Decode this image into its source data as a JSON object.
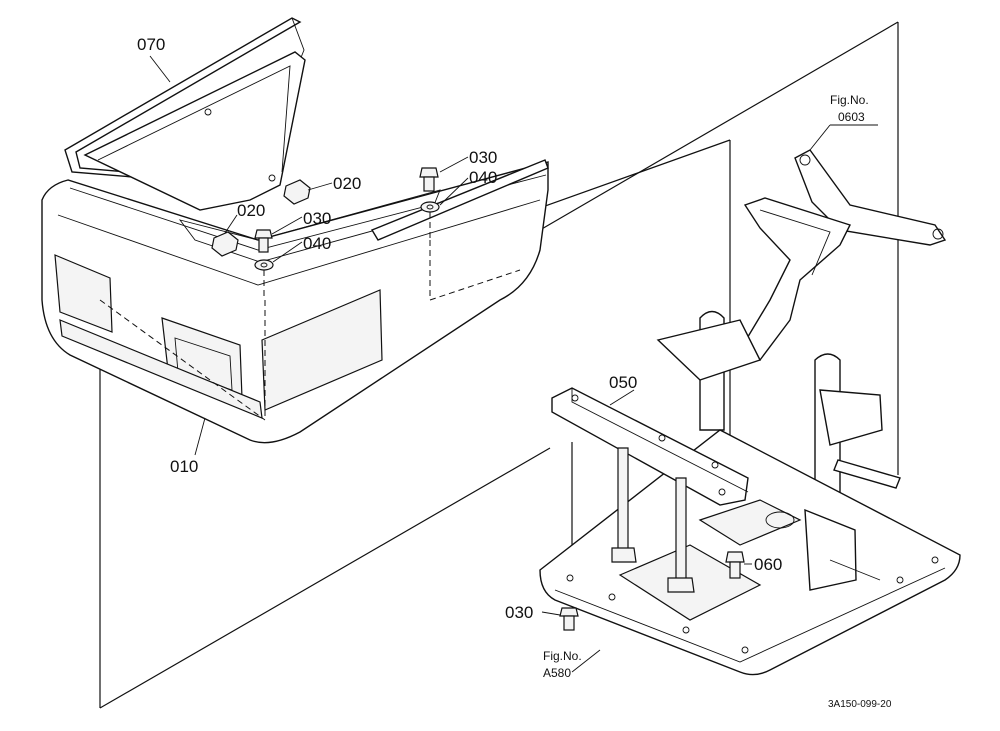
{
  "labels": {
    "p010": "010",
    "p020a": "020",
    "p020b": "020",
    "p030a": "030",
    "p030b": "030",
    "p030c": "030",
    "p040a": "040",
    "p040b": "040",
    "p050": "050",
    "p060": "060",
    "p070": "070"
  },
  "fig_refs": {
    "top": {
      "line1": "Fig.No.",
      "line2": "0603"
    },
    "bottom": {
      "line1": "Fig.No.",
      "line2": "A580"
    }
  },
  "drawing_code": "3A150-099-20"
}
